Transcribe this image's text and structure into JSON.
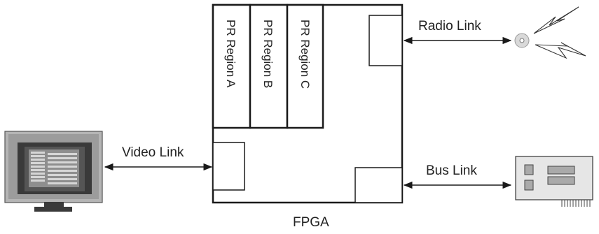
{
  "diagram": {
    "fpga_label": "FPGA",
    "regions": [
      {
        "label": "PR Region A"
      },
      {
        "label": "PR Region B"
      },
      {
        "label": "PR Region C"
      }
    ],
    "links": {
      "radio": "Radio Link",
      "video": "Video Link",
      "bus": "Bus Link"
    },
    "colors": {
      "stroke": "#1a1a1a",
      "monitor_body": "#b5b5b5",
      "monitor_dark": "#3a3a3a",
      "card": "#e6e6e6",
      "antenna": "#d9d9d9"
    },
    "icons": [
      "monitor-icon",
      "radio-antenna-icon",
      "expansion-card-icon"
    ]
  }
}
